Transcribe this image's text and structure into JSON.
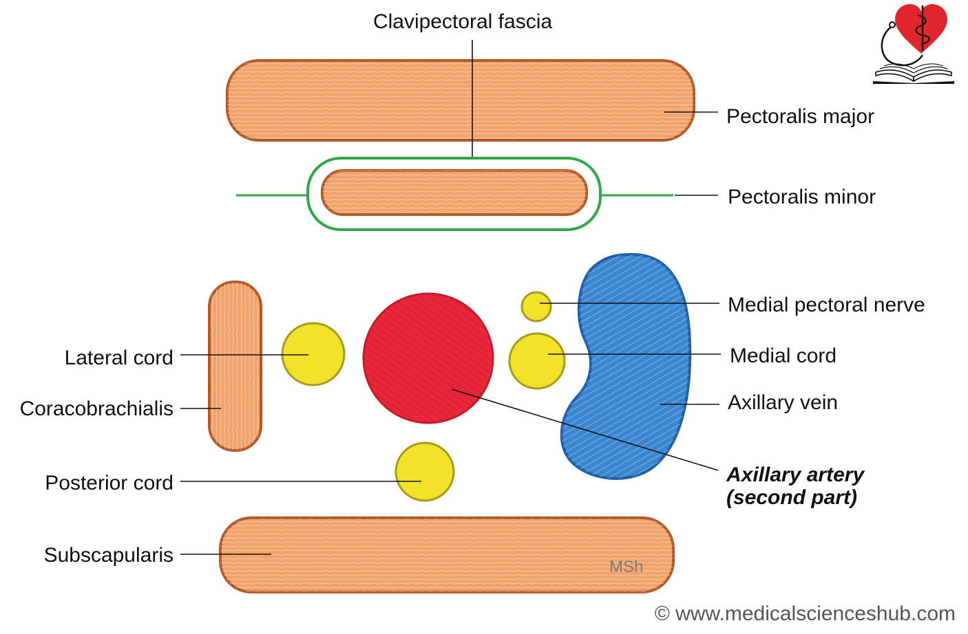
{
  "labels": {
    "clavipectoral_fascia": "Clavipectoral fascia",
    "pectoralis_major": "Pectoralis major",
    "pectoralis_minor": "Pectoralis minor",
    "medial_pectoral_nerve": "Medial pectoral nerve",
    "medial_cord": "Medial cord",
    "axillary_vein": "Axillary vein",
    "axillary_artery_line1": "Axillary artery",
    "axillary_artery_line2": "(second part)",
    "lateral_cord": "Lateral cord",
    "coracobrachialis": "Coracobrachialis",
    "posterior_cord": "Posterior cord",
    "subscapularis": "Subscapularis"
  },
  "signature": "MSh",
  "credit": "© www.medicalscienceshub.com",
  "logo_icon": "heart-stethoscope-book-logo",
  "colors": {
    "muscle_fill": "#f2a36a",
    "muscle_edge": "#b4582a",
    "fascia": "#2fa84a",
    "nerve_fill": "#f2e22a",
    "nerve_edge": "#a89a1c",
    "artery": "#e8283a",
    "vein_fill": "#3a86d0",
    "vein_edge": "#1f5fa8",
    "logo_heart": "#e2262f"
  }
}
